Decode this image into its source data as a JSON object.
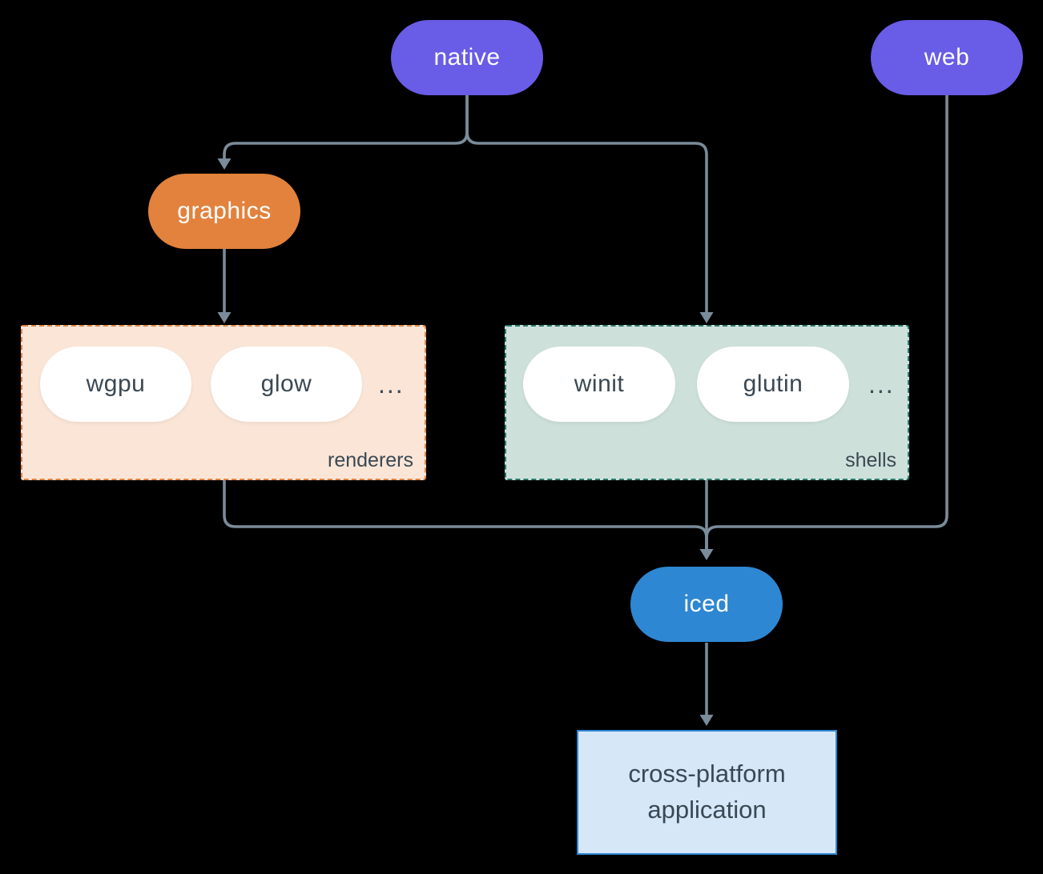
{
  "nodes": {
    "native": {
      "label": "native"
    },
    "web": {
      "label": "web"
    },
    "graphics": {
      "label": "graphics"
    },
    "iced": {
      "label": "iced"
    },
    "app": {
      "label": "cross-platform application"
    }
  },
  "groups": {
    "renderers": {
      "label": "renderers",
      "ellipsis": "...",
      "pills": [
        {
          "label": "wgpu"
        },
        {
          "label": "glow"
        }
      ]
    },
    "shells": {
      "label": "shells",
      "ellipsis": "...",
      "pills": [
        {
          "label": "winit"
        },
        {
          "label": "glutin"
        }
      ]
    }
  },
  "colors": {
    "background": "#000000",
    "node_purple": "#695CE6",
    "node_orange": "#E2823D",
    "node_blue": "#2E87D2",
    "pill_white": "#FFFFFF",
    "renderers_bg": "#FAE5D7",
    "renderers_border": "#E2823D",
    "shells_bg": "#CEE0DA",
    "shells_border": "#27796B",
    "app_bg": "#D6E7F8",
    "app_border": "#2E87D2",
    "connector": "#7A8B99",
    "text_light": "#FFFFFF",
    "text_dark": "#3A4853"
  }
}
